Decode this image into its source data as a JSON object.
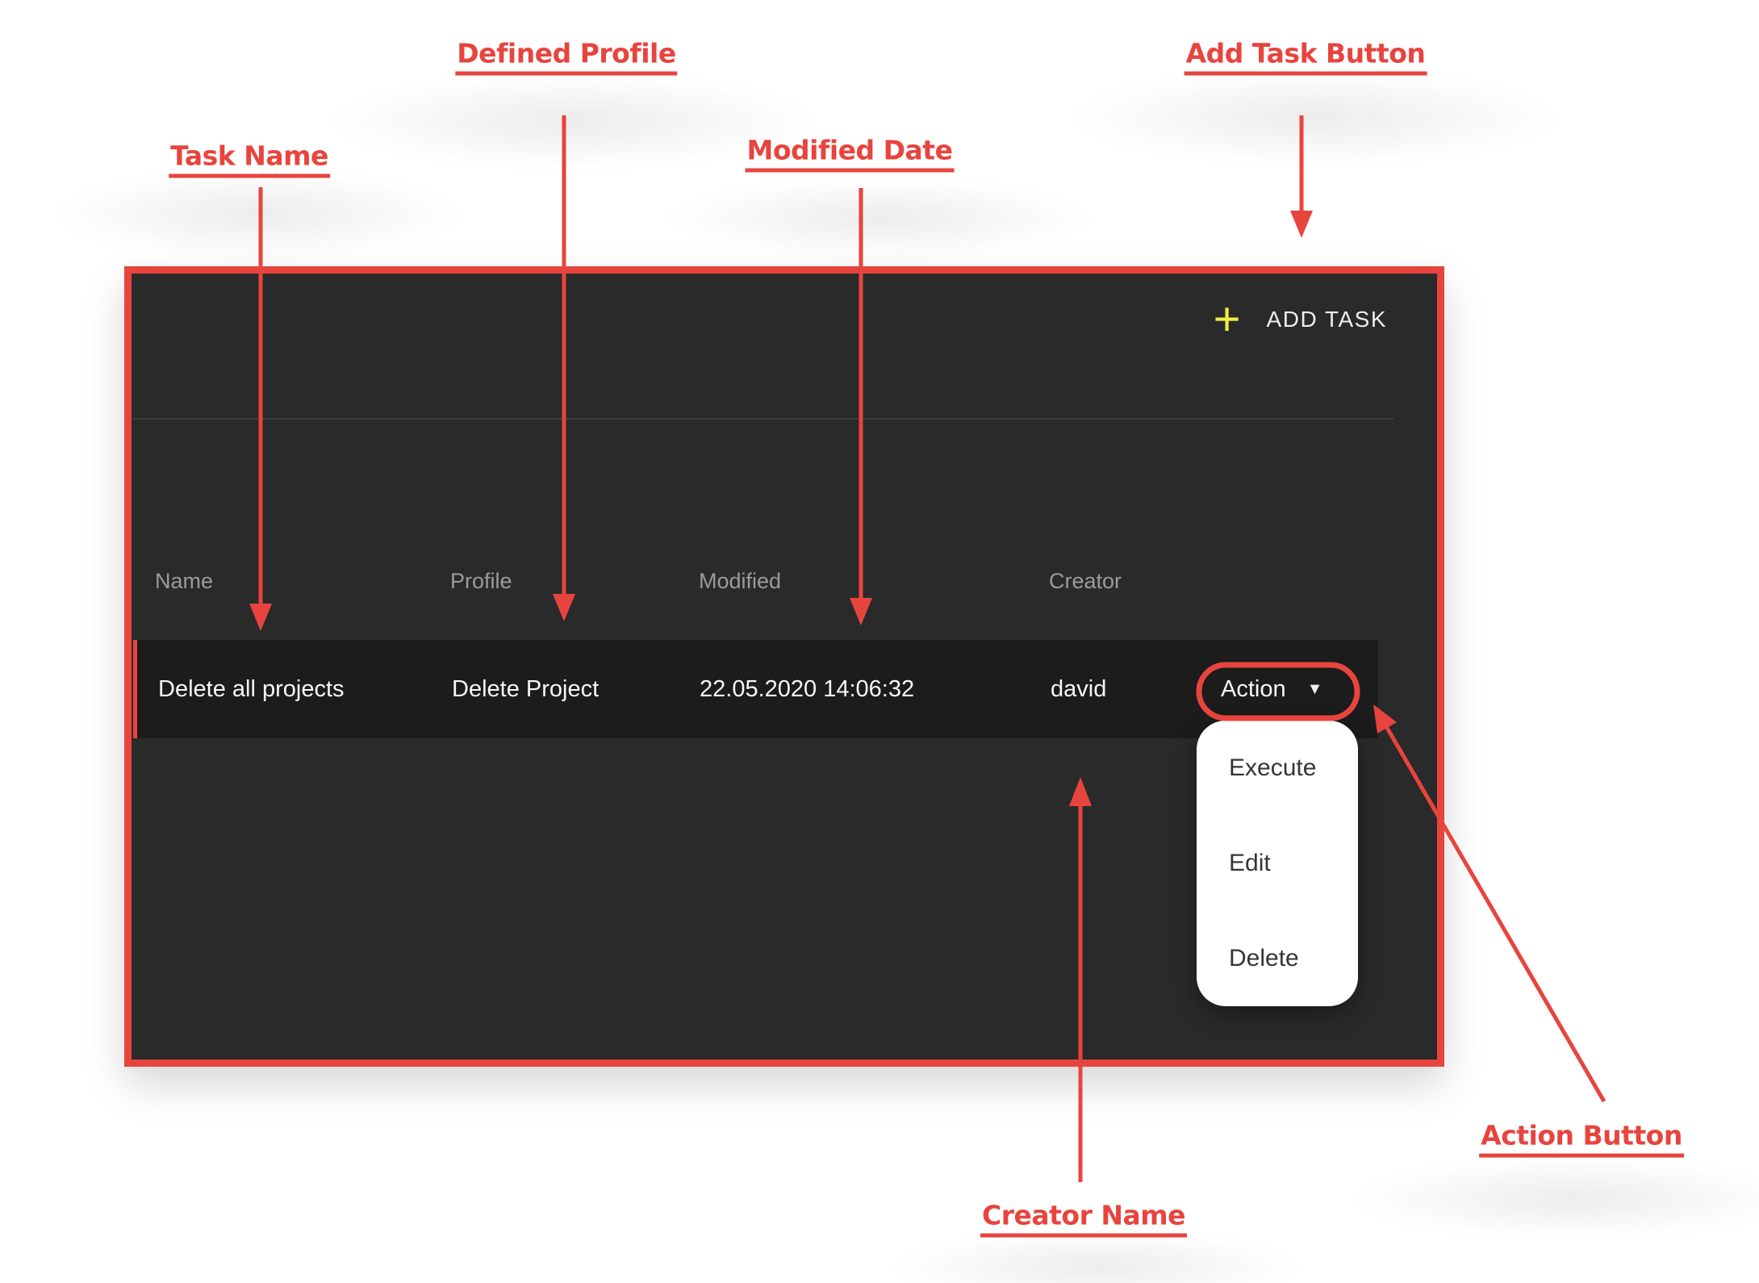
{
  "annotations": {
    "task_name": "Task Name",
    "defined_profile": "Defined Profile",
    "modified_date": "Modified Date",
    "add_task_button": "Add Task Button",
    "action_button": "Action Button",
    "creator_name": "Creator Name"
  },
  "panel": {
    "add_task": {
      "label": "ADD TASK"
    },
    "table": {
      "headers": [
        "Name",
        "Profile",
        "Modified",
        "Creator"
      ],
      "row": {
        "name": "Delete all projects",
        "profile": "Delete Project",
        "modified": "22.05.2020 14:06:32",
        "creator": "david",
        "action_label": "Action"
      }
    },
    "action_menu": {
      "items": [
        "Execute",
        "Edit",
        "Delete"
      ]
    }
  },
  "icons": {
    "plus": "+",
    "caret_down": "▼"
  },
  "colors": {
    "annotation_red": "#e8443e",
    "plus_yellow": "#f2ec45",
    "panel_bg": "#2a2a2a",
    "row_bg": "#1c1c1c",
    "header_text": "#9b9b9b",
    "cell_text": "#f7f7f7"
  }
}
